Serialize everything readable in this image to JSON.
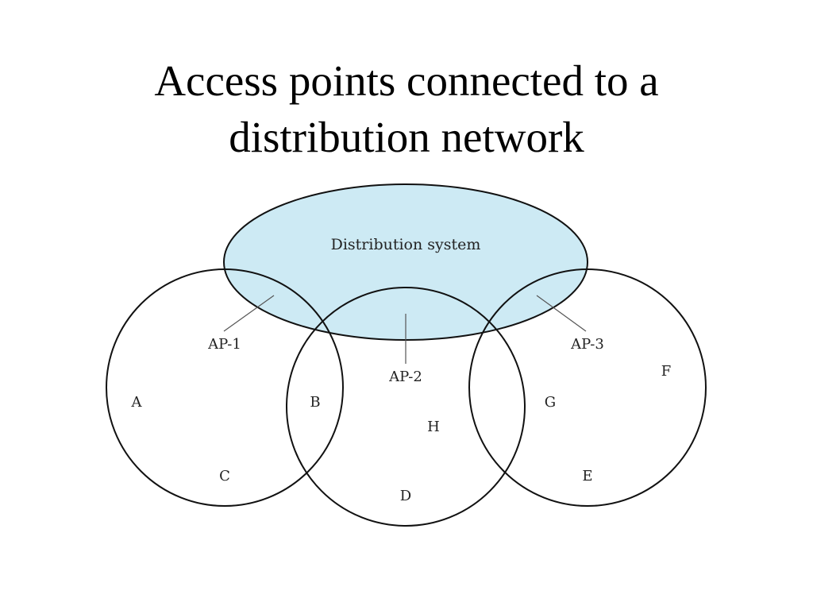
{
  "title": {
    "line1": "Access points connected to a",
    "line2": "distribution network"
  },
  "diagram": {
    "distribution_system": {
      "label": "Distribution system",
      "fill_color": "#cdeaf4"
    },
    "access_points": [
      {
        "label": "AP-1"
      },
      {
        "label": "AP-2"
      },
      {
        "label": "AP-3"
      }
    ],
    "stations": [
      "A",
      "B",
      "C",
      "D",
      "E",
      "F",
      "G",
      "H"
    ]
  }
}
